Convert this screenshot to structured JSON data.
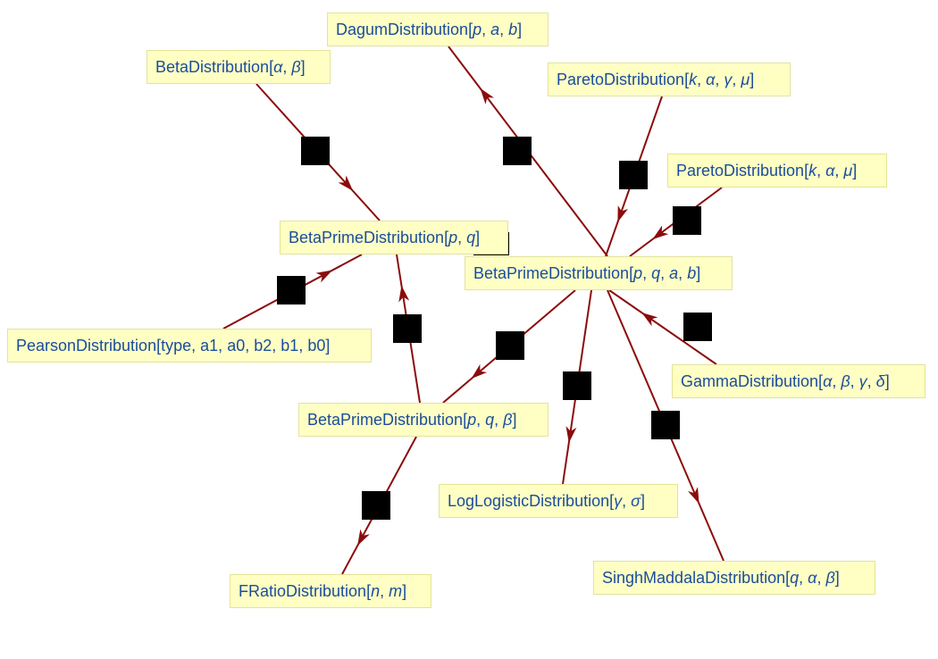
{
  "colors": {
    "node_fill": "#ffffc4",
    "node_border": "#e3e39a",
    "node_text": "#1a4d9c",
    "edge": "#8b0c0c",
    "marker": "#000000"
  },
  "nodes": {
    "dagum": {
      "name": "DagumDistribution",
      "params": [
        "p",
        "a",
        "b"
      ]
    },
    "beta": {
      "name": "BetaDistribution",
      "params": [
        "α",
        "β"
      ]
    },
    "pareto4": {
      "name": "ParetoDistribution",
      "params": [
        "k",
        "α",
        "γ",
        "μ"
      ]
    },
    "pareto3": {
      "name": "ParetoDistribution",
      "params": [
        "k",
        "α",
        "μ"
      ]
    },
    "betaprime2": {
      "name": "BetaPrimeDistribution",
      "params": [
        "p",
        "q"
      ]
    },
    "betaprime4": {
      "name": "BetaPrimeDistribution",
      "params": [
        "p",
        "q",
        "a",
        "b"
      ]
    },
    "pearson": {
      "name": "PearsonDistribution",
      "params": [
        "type",
        "a1",
        "a0",
        "b2",
        "b1",
        "b0"
      ]
    },
    "gamma": {
      "name": "GammaDistribution",
      "params": [
        "α",
        "β",
        "γ",
        "δ"
      ]
    },
    "betaprime3": {
      "name": "BetaPrimeDistribution",
      "params": [
        "p",
        "q",
        "β"
      ]
    },
    "loglogistic": {
      "name": "LogLogisticDistribution",
      "params": [
        "γ",
        "σ"
      ]
    },
    "fratio": {
      "name": "FRatioDistribution",
      "params": [
        "n",
        "m"
      ]
    },
    "singhmaddala": {
      "name": "SinghMaddalaDistribution",
      "params": [
        "q",
        "α",
        "β"
      ]
    }
  },
  "edges": [
    {
      "from": "betaprime4",
      "to": "dagum"
    },
    {
      "from": "beta",
      "to": "betaprime2"
    },
    {
      "from": "pareto4",
      "to": "betaprime4"
    },
    {
      "from": "pareto3",
      "to": "betaprime4"
    },
    {
      "from": "pearson",
      "to": "betaprime2"
    },
    {
      "from": "betaprime3",
      "to": "betaprime2"
    },
    {
      "from": "gamma",
      "to": "betaprime4"
    },
    {
      "from": "betaprime4",
      "to": "betaprime3"
    },
    {
      "from": "betaprime4",
      "to": "loglogistic"
    },
    {
      "from": "betaprime4",
      "to": "singhmaddala"
    },
    {
      "from": "betaprime3",
      "to": "fratio"
    }
  ]
}
